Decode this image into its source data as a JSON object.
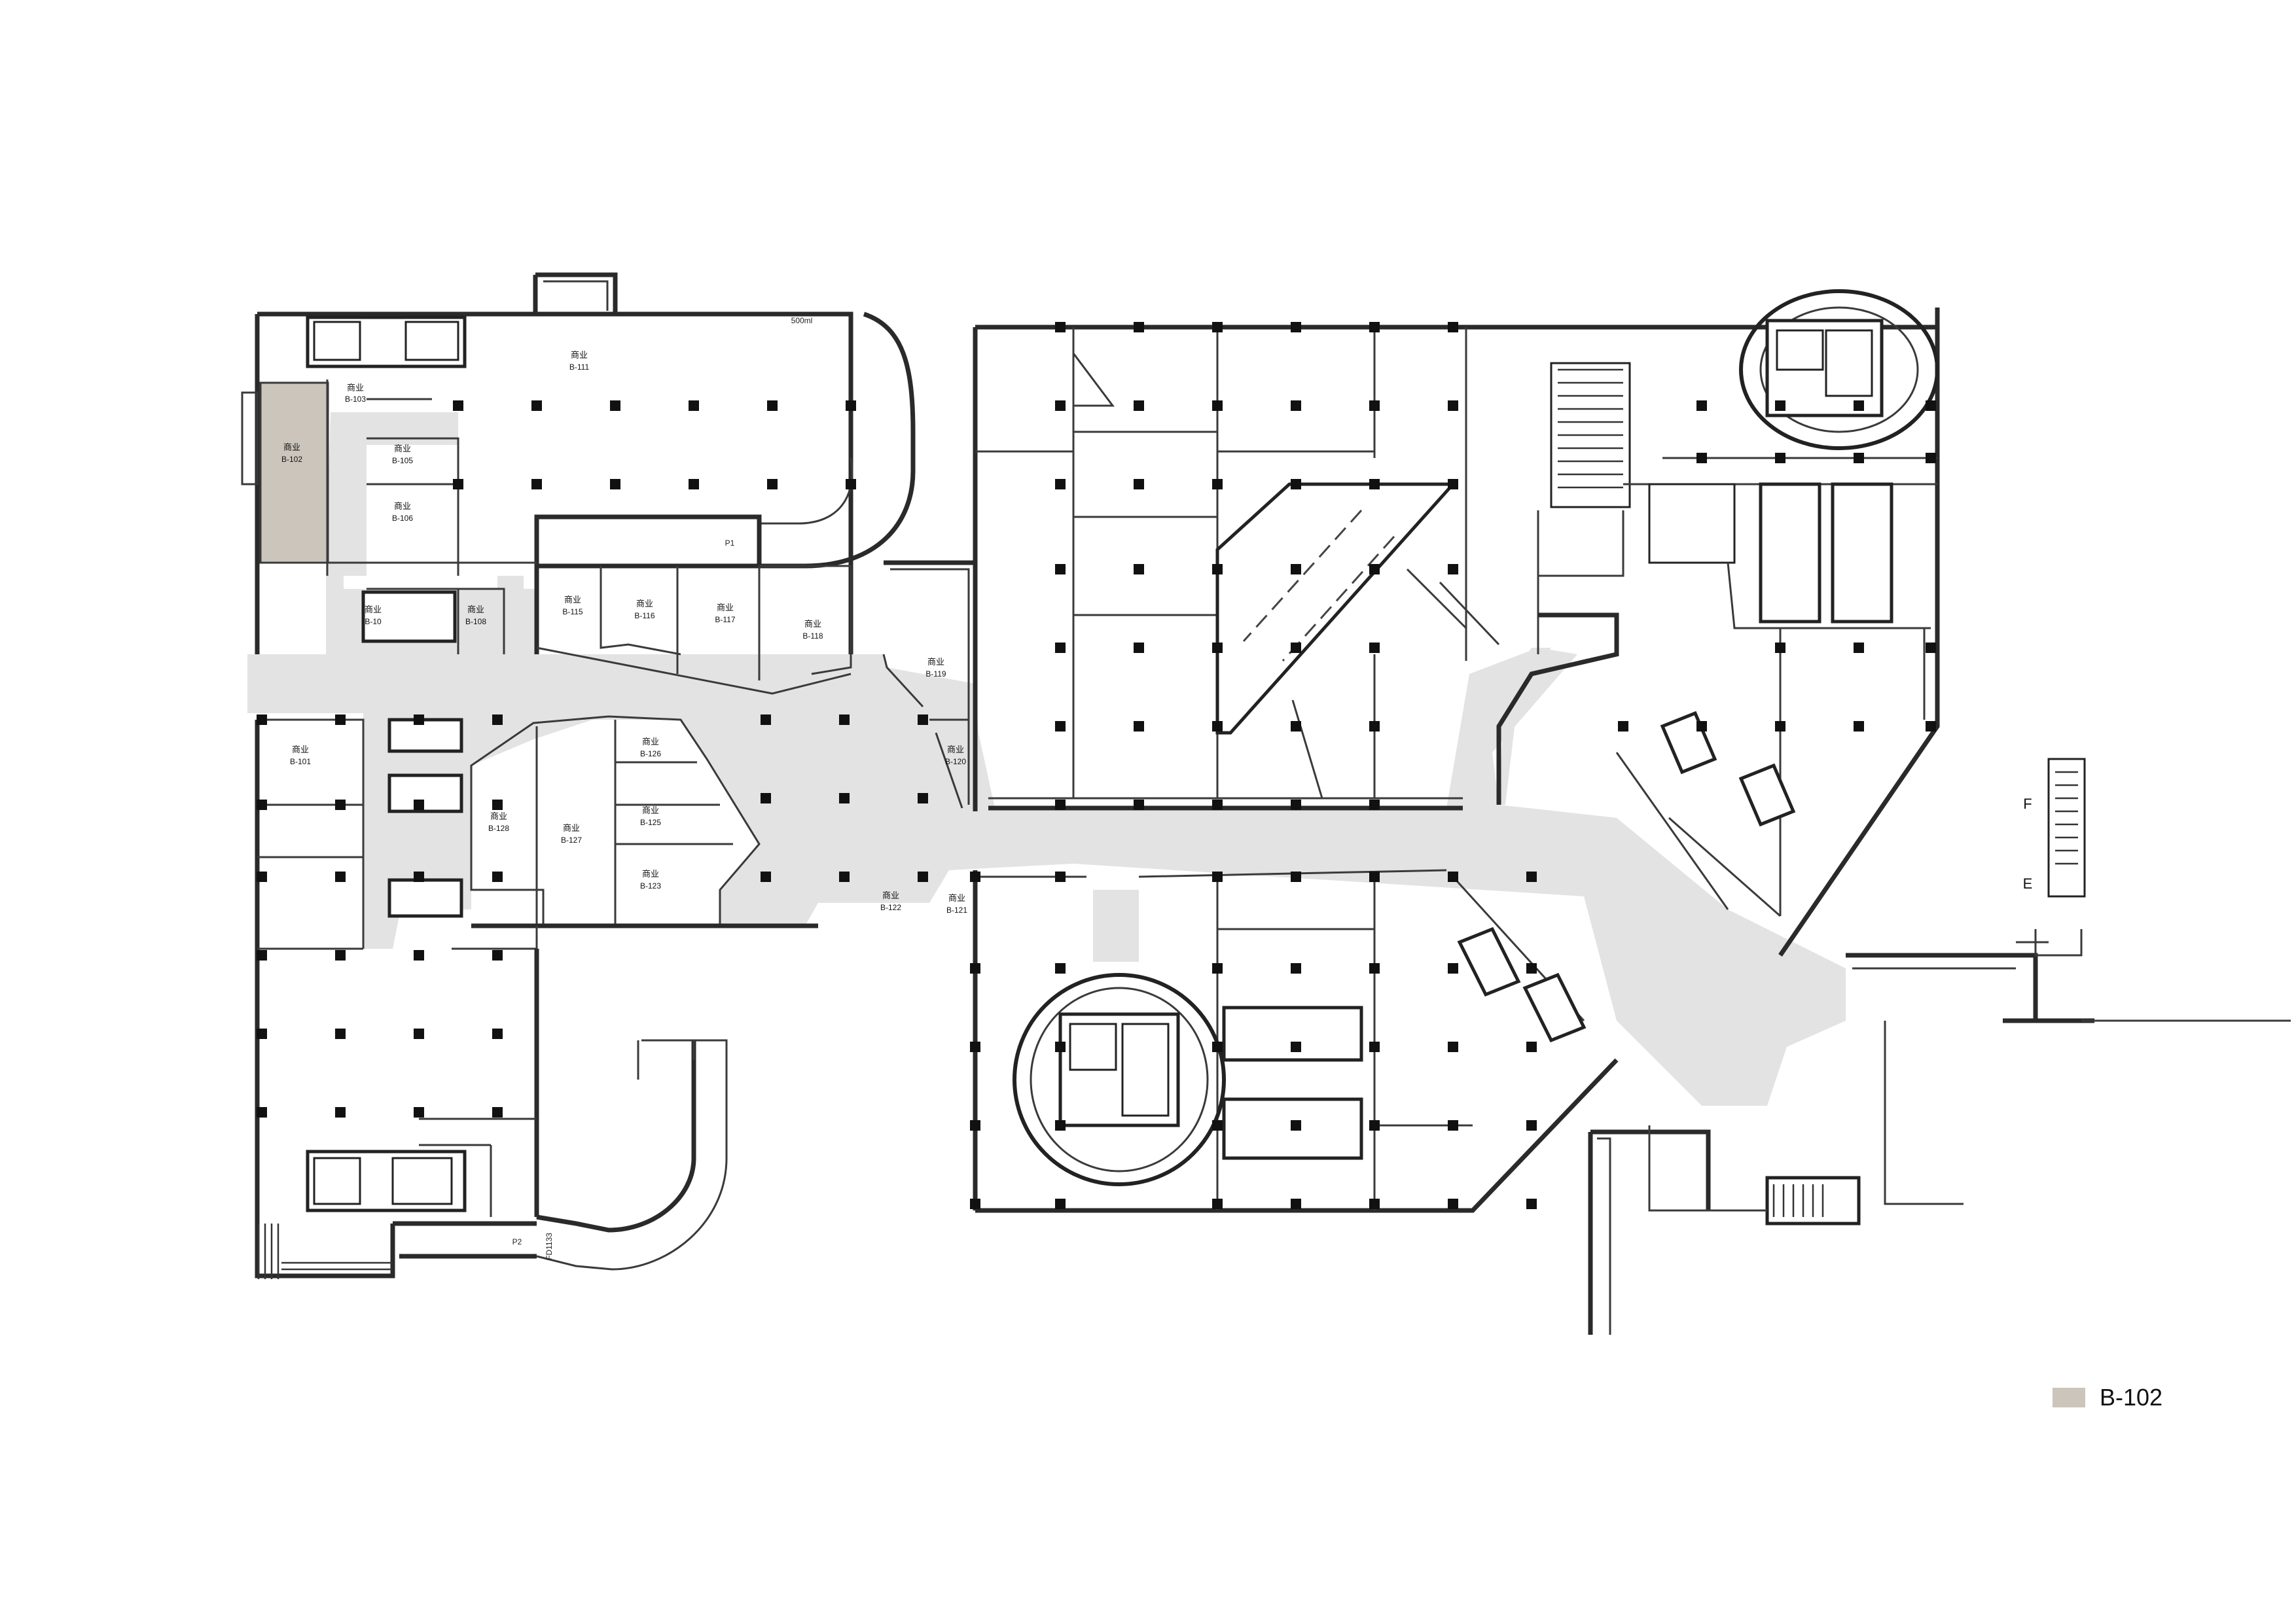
{
  "drawing": {
    "units": [
      {
        "id": "b102",
        "label": "商业",
        "code": "B-102"
      },
      {
        "id": "b103",
        "label": "商业",
        "code": "B-103"
      },
      {
        "id": "b105",
        "label": "商业",
        "code": "B-105"
      },
      {
        "id": "b106",
        "label": "商业",
        "code": "B-106"
      },
      {
        "id": "b107",
        "label": "商业",
        "code": "B-10"
      },
      {
        "id": "b108",
        "label": "商业",
        "code": "B-108"
      },
      {
        "id": "b111",
        "label": "商业",
        "code": "B-111"
      },
      {
        "id": "b115",
        "label": "商业",
        "code": "B-115"
      },
      {
        "id": "b116",
        "label": "商业",
        "code": "B-116"
      },
      {
        "id": "b117",
        "label": "商业",
        "code": "B-117"
      },
      {
        "id": "b118",
        "label": "商业",
        "code": "B-118"
      },
      {
        "id": "b119",
        "label": "商业",
        "code": "B-119"
      },
      {
        "id": "b120",
        "label": "商业",
        "code": "B-120"
      },
      {
        "id": "b101",
        "label": "商业",
        "code": "B-101"
      },
      {
        "id": "b128",
        "label": "商业",
        "code": "B-128"
      },
      {
        "id": "b127",
        "label": "商业",
        "code": "B-127"
      },
      {
        "id": "b126",
        "label": "商业",
        "code": "B-126"
      },
      {
        "id": "b125",
        "label": "商业",
        "code": "B-125"
      },
      {
        "id": "b123",
        "label": "商业",
        "code": "B-123"
      },
      {
        "id": "b122",
        "label": "商业",
        "code": "B-122"
      },
      {
        "id": "b121",
        "label": "商业",
        "code": "B-121"
      }
    ],
    "axis_letters": [
      "F",
      "E"
    ],
    "small_labels": [
      "P1",
      "P2",
      "500ml",
      "FD1133"
    ]
  },
  "legend": {
    "swatch_color": "#cbc5bc",
    "label": "B-102"
  },
  "colors": {
    "corridor": "#e3e3e3",
    "highlight": "#cbc5bc",
    "wall": "#2a2a2a"
  }
}
